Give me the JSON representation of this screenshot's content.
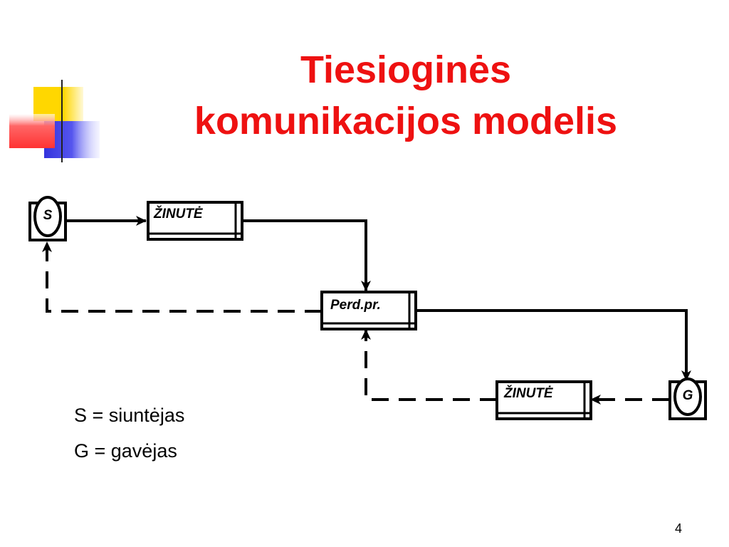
{
  "slide": {
    "title_line1": "Tiesioginės",
    "title_line2": "komunikacijos modelis",
    "page_number": "4"
  },
  "diagram": {
    "nodes": {
      "sender": "S",
      "message_top": "ŽINUTĖ",
      "channel": "Perd.pr.",
      "message_bottom": "ŽINUTĖ",
      "receiver": "G"
    }
  },
  "legend": {
    "sender": "S = siuntėjas",
    "receiver": "G = gavėjas"
  },
  "colors": {
    "title": "#ee1111",
    "deco_yellow": "#ffd700",
    "deco_blue": "#3333dd",
    "deco_red": "#ff4444"
  }
}
